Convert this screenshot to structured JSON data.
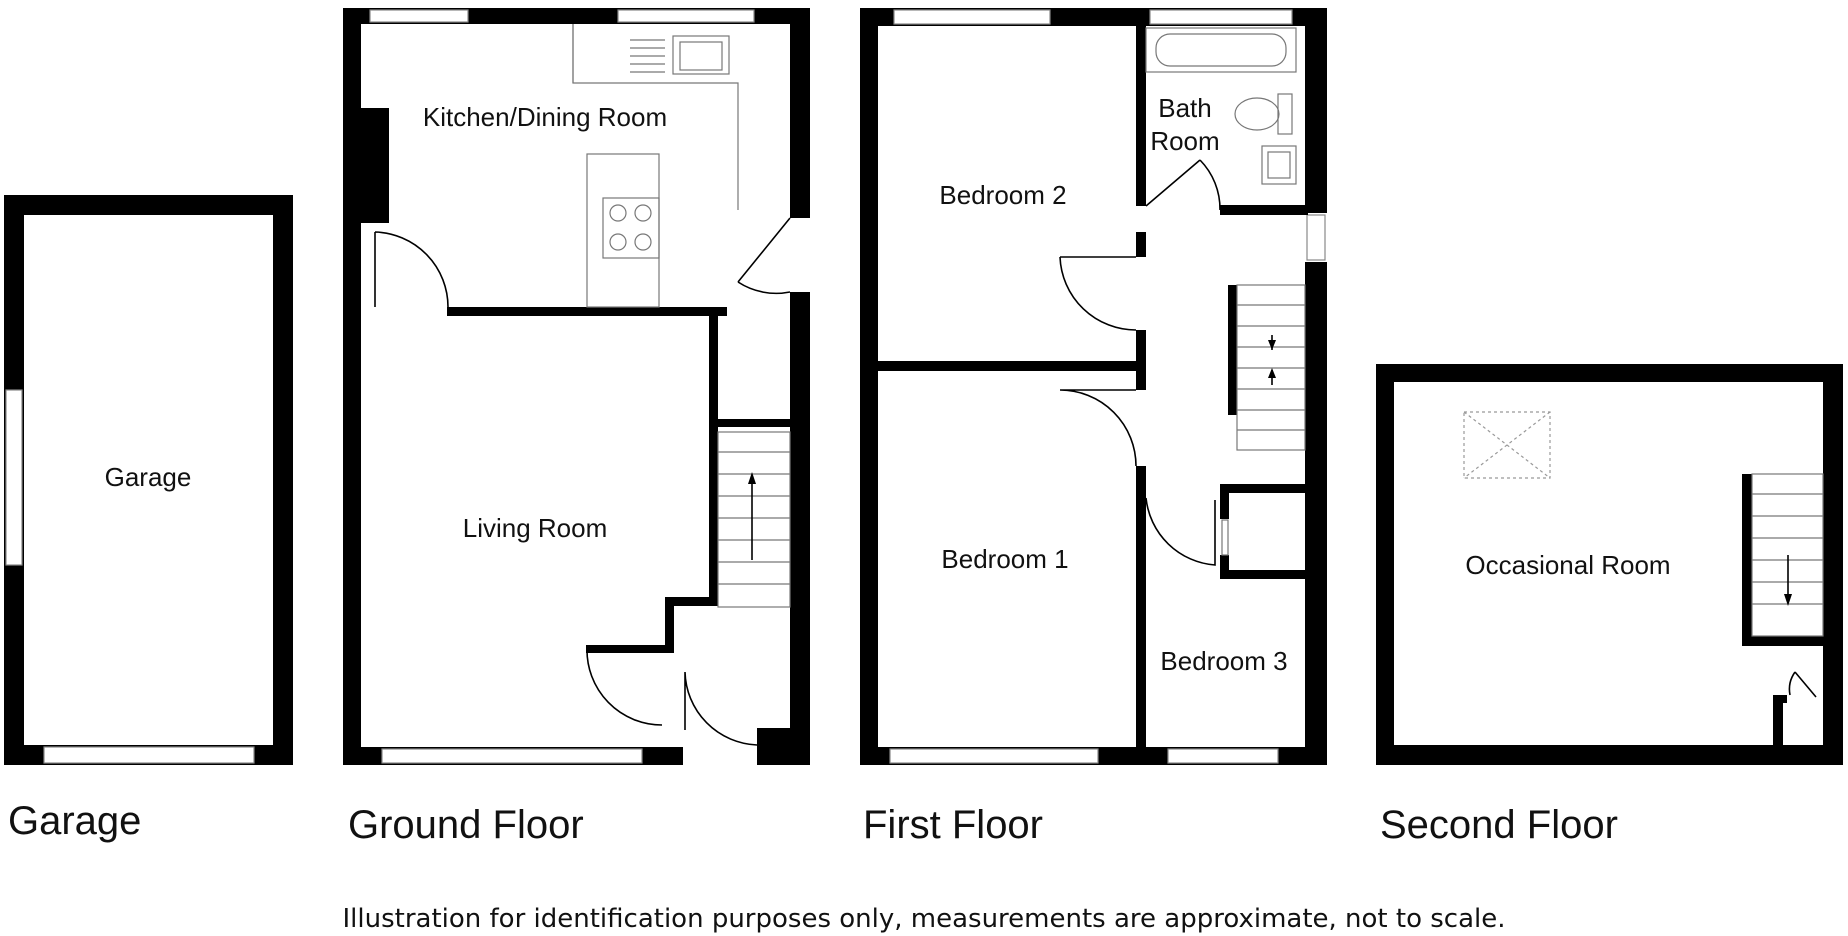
{
  "floors": {
    "garage": "Garage",
    "ground": "Ground Floor",
    "first": "First Floor",
    "second": "Second Floor"
  },
  "rooms": {
    "garage": "Garage",
    "kitchen": "Kitchen/Dining Room",
    "living": "Living Room",
    "bedroom2": "Bedroom 2",
    "bath_line1": "Bath",
    "bath_line2": "Room",
    "bedroom1": "Bedroom 1",
    "bedroom3": "Bedroom 3",
    "occasional": "Occasional Room"
  },
  "disclaimer": "Illustration for identification purposes only, measurements are approximate, not to scale."
}
